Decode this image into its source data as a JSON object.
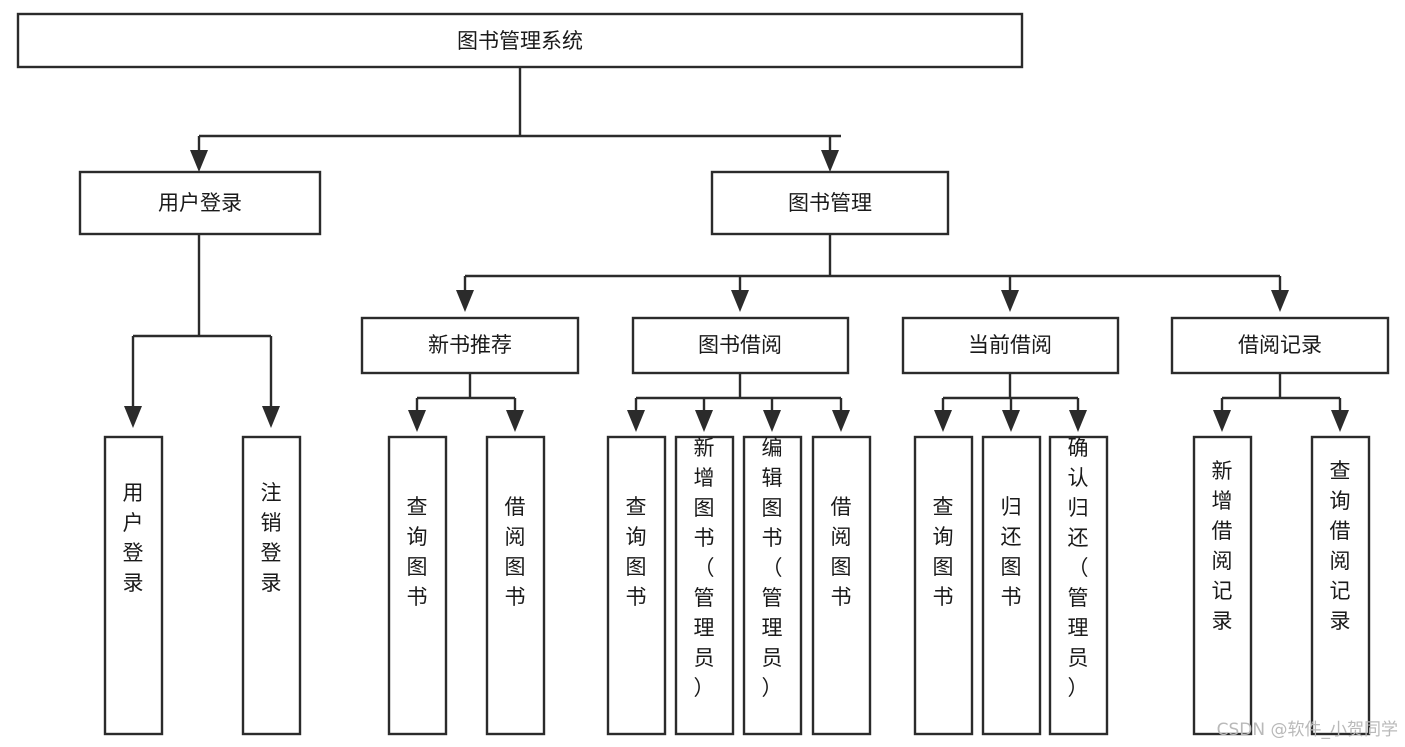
{
  "diagram": {
    "title": "图书管理系统",
    "type": "tree-hierarchy",
    "orientation": "top-down",
    "colors": {
      "box_stroke": "#2b2b2b",
      "box_fill": "#ffffff",
      "connector": "#2b2b2b",
      "text": "#1a1a1a",
      "background": "#ffffff",
      "watermark": "#b9b9b9"
    },
    "root": {
      "label": "图书管理系统"
    },
    "level2": [
      {
        "label": "用户登录"
      },
      {
        "label": "图书管理"
      }
    ],
    "level3": [
      {
        "label": "新书推荐"
      },
      {
        "label": "图书借阅"
      },
      {
        "label": "当前借阅"
      },
      {
        "label": "借阅记录"
      }
    ],
    "leaves_user_login": [
      {
        "label": "用户登录"
      },
      {
        "label": "注销登录"
      }
    ],
    "leaves_new_book": [
      {
        "label": "查询图书"
      },
      {
        "label": "借阅图书"
      }
    ],
    "leaves_book_borrow": [
      {
        "label": "查询图书"
      },
      {
        "label": "新增图书（管理员）"
      },
      {
        "label": "编辑图书（管理员）"
      },
      {
        "label": "借阅图书"
      }
    ],
    "leaves_current_borrow": [
      {
        "label": "查询图书"
      },
      {
        "label": "归还图书"
      },
      {
        "label": "确认归还（管理员）"
      }
    ],
    "leaves_borrow_record": [
      {
        "label": "新增借阅记录"
      },
      {
        "label": "查询借阅记录"
      }
    ]
  },
  "watermark": {
    "text": "CSDN @软件_小贺同学"
  }
}
